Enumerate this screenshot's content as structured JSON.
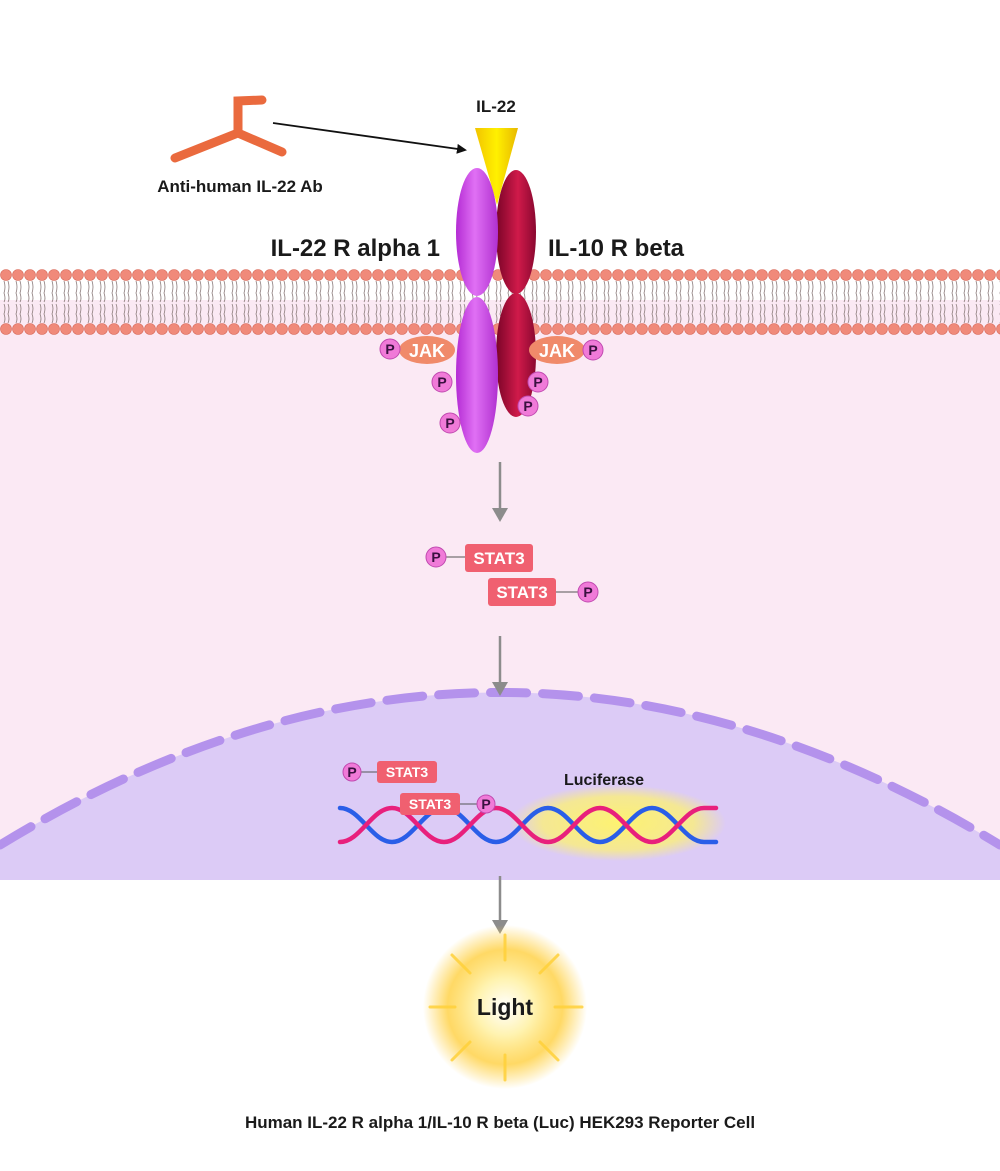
{
  "labels": {
    "antibody": "Anti-human IL-22 Ab",
    "ligand": "IL-22",
    "receptor_alpha": "IL-22 R alpha 1",
    "receptor_beta": "IL-10 R beta",
    "jak": "JAK",
    "phospho": "P",
    "stat": "STAT3",
    "reporter_gene": "Luciferase",
    "output": "Light",
    "caption": "Human IL-22 R alpha 1/IL-10 R beta (Luc) HEK293 Reporter Cell"
  },
  "colors": {
    "antibody": "#f07850",
    "ligand": "#ffe600",
    "receptor_alpha": "#d04ae8",
    "receptor_beta": "#b0103c",
    "jak": "#f08a6a",
    "phospho": "#f07ad8",
    "stat": "#f06070",
    "cytoplasm": "#fbe9f4",
    "nucleus": "#dccbf6",
    "membrane_head": "#f08a7a",
    "dna_strand_1": "#e8207c",
    "dna_strand_2": "#2a5ee8",
    "arrow": "#8c8c8c"
  }
}
